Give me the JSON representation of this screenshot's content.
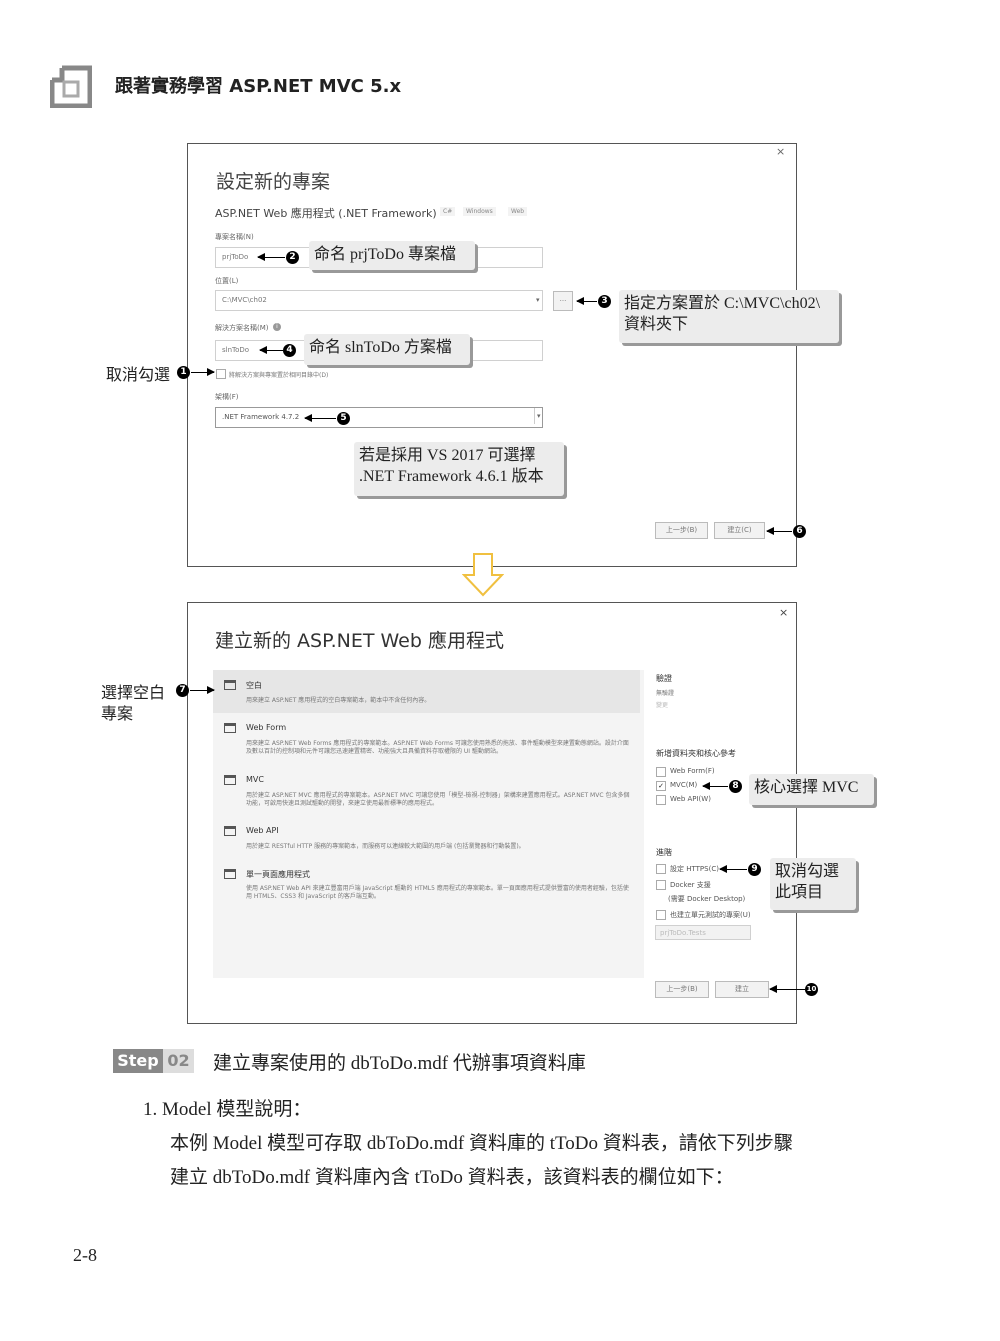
{
  "header": {
    "title": "跟著實務學習 ASP.NET MVC 5.x"
  },
  "dialog1": {
    "title": "設定新的專案",
    "subtitle": "ASP.NET Web 應用程式 (.NET Framework)",
    "tags": [
      "C#",
      "Windows",
      "Web"
    ],
    "project_name_label": "專案名稱(N)",
    "project_name": "prjToDo",
    "location_label": "位置(L)",
    "location": "C:\\MVC\\ch02",
    "browse": "...",
    "solution_label": "解決方案名稱(M)",
    "solution_name": "slnToDo",
    "same_dir_label": "將解決方案與專案置於相同目錄中(D)",
    "framework_label": "架構(F)",
    "framework": ".NET Framework 4.7.2",
    "back": "上一步(B)",
    "create": "建立(C)",
    "close": "×"
  },
  "dialog2": {
    "title": "建立新的 ASP.NET Web 應用程式",
    "close": "×",
    "templates": [
      {
        "name": "空白",
        "desc": "用來建立 ASP.NET 應用程式的空白專案範本，範本中不含任何內容。"
      },
      {
        "name": "Web Form",
        "desc": "用來建立 ASP.NET Web Forms 應用程式的專案範本。ASP.NET Web Forms 可讓您使用熟悉的拖放、事件驅動模型來建置動態網站。設計介面及數以百計的控制項和元件可讓您迅速建置精密、功能強大且具備資料存取權限的 UI 驅動網站。"
      },
      {
        "name": "MVC",
        "desc": "用於建立 ASP.NET MVC 應用程式的專案範本。ASP.NET MVC 可讓您使用「模型-檢視-控制器」架構來建置應用程式。ASP.NET MVC 包含多個功能，可啟用快速且測試驅動的開發，來建立使用最新標準的應用程式。"
      },
      {
        "name": "Web API",
        "desc": "用於建立 RESTful HTTP 服務的專案範本，而服務可以連線較大範圍的用戶端 (包括瀏覽器和行動裝置)。"
      },
      {
        "name": "單一頁面應用程式",
        "desc": "使用 ASP.NET Web API 來建立豐富用戶端 JavaScript 驅動的 HTML5 應用程式的專案範本。單一頁面應用程式提供豐富的使用者經驗，包括使用 HTML5、CSS3 和 JavaScript 的客戶端互動。"
      }
    ],
    "auth_title": "驗證",
    "auth_value": "無驗證",
    "auth_change": "變更",
    "refs_title": "新增資料夾和核心參考",
    "refs": [
      "Web Form(F)",
      "MVC(M)",
      "Web API(W)"
    ],
    "adv_title": "進階",
    "https": "設定 HTTPS(C)",
    "docker": "Docker 支援",
    "docker_note": "(需要 Docker Desktop)",
    "unit_test": "也建立單元測試的專案(U)",
    "test_name": "prjToDo.Tests",
    "back": "上一步(B)",
    "create": "建立"
  },
  "callouts": {
    "c1": "取消勾選",
    "c2": "命名 prjToDo 專案檔",
    "c3a": "指定方案置於 C:\\MVC\\ch02\\",
    "c3b": "資料夾下",
    "c4": "命名 slnToDo 方案檔",
    "c_vs_a": "若是採用 VS 2017 可選擇",
    "c_vs_b": ".NET Framework 4.6.1 版本",
    "c7a": "選擇空白",
    "c7b": "專案",
    "c8": "核心選擇 MVC",
    "c9a": "取消勾選",
    "c9b": "此項目"
  },
  "numbers": [
    "1",
    "2",
    "3",
    "4",
    "5",
    "6",
    "7",
    "8",
    "9",
    "10"
  ],
  "step": {
    "label": "Step",
    "num": "02",
    "text": "建立專案使用的 dbToDo.mdf 代辦事項資料庫"
  },
  "body": {
    "item": "1.  Model 模型說明：",
    "line1": "本例 Model 模型可存取 dbToDo.mdf 資料庫的 tToDo 資料表，請依下列步驟",
    "line2": "建立 dbToDo.mdf 資料庫內含 tToDo 資料表，該資料表的欄位如下："
  },
  "footer": {
    "page": "2-8"
  }
}
